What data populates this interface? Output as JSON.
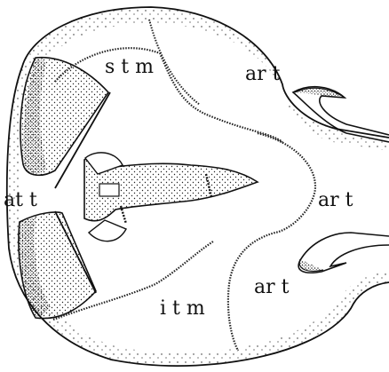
{
  "labels": {
    "stm": "s t m",
    "itm": "i t m",
    "att": "at t",
    "art_upper": "ar t",
    "art_middle": "ar t",
    "art_lower": "ar t"
  },
  "colors": {
    "ink": "#111111",
    "paper": "#ffffff"
  }
}
